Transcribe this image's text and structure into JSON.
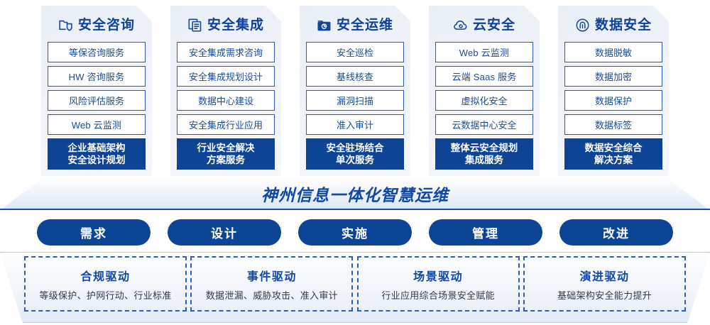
{
  "columns": [
    {
      "icon": "folder-shield-icon",
      "title": "安全咨询",
      "items": [
        "等保咨询服务",
        "HW 咨询服务",
        "风险评估服务",
        "Web 云监测"
      ],
      "solution": [
        "企业基础架构",
        "安全设计规划"
      ]
    },
    {
      "icon": "stacked-documents-icon",
      "title": "安全集成",
      "items": [
        "安全集成需求咨询",
        "安全集成规划设计",
        "数据中心建设",
        "安全集成行业应用"
      ],
      "solution": [
        "行业安全解决",
        "方案服务"
      ]
    },
    {
      "icon": "folder-chart-icon",
      "title": "安全运维",
      "items": [
        "安全巡检",
        "基线核查",
        "漏洞扫描",
        "准入审计"
      ],
      "solution": [
        "安全驻场结合",
        "单次服务"
      ]
    },
    {
      "icon": "cloud-icon",
      "title": "云安全",
      "items": [
        "Web 云监测",
        "云端 Saas 服务",
        "虚拟化安全",
        "云数据中心安全"
      ],
      "solution": [
        "整体云安全规划",
        "集成服务"
      ]
    },
    {
      "icon": "fingerprint-icon",
      "title": "数据安全",
      "items": [
        "数据脱敏",
        "数据加密",
        "数据保护",
        "数据标签"
      ],
      "solution": [
        "数据安全综合",
        "解决方案"
      ]
    }
  ],
  "banner": {
    "title": "神州信息一体化智慧运维"
  },
  "phases": [
    {
      "label": "需求"
    },
    {
      "label": "设计"
    },
    {
      "label": "实施"
    },
    {
      "label": "管理"
    },
    {
      "label": "改进"
    }
  ],
  "drivers": [
    {
      "title": "合规驱动",
      "subtitle": "等级保护、护网行动、行业标准"
    },
    {
      "title": "事件驱动",
      "subtitle": "数据泄漏、威胁攻击、准入审计"
    },
    {
      "title": "场景驱动",
      "subtitle": "行业应用综合场景安全赋能"
    },
    {
      "title": "演进驱动",
      "subtitle": "基础架构安全能力提升"
    }
  ],
  "colors": {
    "brand_blue": "#0e4496",
    "title_blue": "#10409a",
    "item_border": "#2a5cb0",
    "dashed_border": "#2d5fae"
  }
}
